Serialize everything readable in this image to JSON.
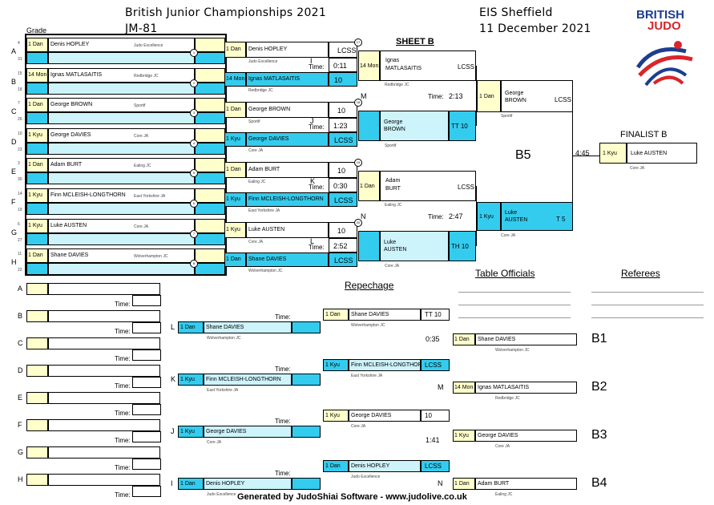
{
  "header": {
    "title": "British Junior Championships 2021",
    "category": "JM-81",
    "venue": "EIS Sheffield",
    "date": "11 December 2021",
    "sheet": "SHEET B",
    "grade_col": "Grade",
    "logo_line1": "BRITISH",
    "logo_line2": "JUDO"
  },
  "pool": [
    {
      "pos": "A",
      "n1": "4",
      "n2": "31",
      "grade": "1 Dan",
      "name": "Denis HOPLEY",
      "club": "Judo Excellence",
      "idx": "1"
    },
    {
      "pos": "B",
      "n1": "15",
      "n2": "18",
      "grade": "14 Mon",
      "name": "Ignas MATLASAITIS",
      "club": "Redbridge JC",
      "idx": "2"
    },
    {
      "pos": "C",
      "n1": "7",
      "n2": "26",
      "grade": "1 Dan",
      "name": "George BROWN",
      "club": "Sportif",
      "idx": "3"
    },
    {
      "pos": "D",
      "n1": "10",
      "n2": "23",
      "grade": "1 Kyu",
      "name": "George DAVIES",
      "club": "Core JA",
      "idx": "4"
    },
    {
      "pos": "E",
      "n1": "3",
      "n2": "30",
      "grade": "1 Dan",
      "name": "Adam BURT",
      "club": "Ealing JC",
      "idx": "5"
    },
    {
      "pos": "F",
      "n1": "14",
      "n2": "19",
      "grade": "1 Kyu",
      "name": "Finn MCLEISH-LONGTHORN",
      "club": "East Yorkshire JA",
      "idx": "6"
    },
    {
      "pos": "G",
      "n1": "6",
      "n2": "27",
      "grade": "1 Kyu",
      "name": "Luke AUSTEN",
      "club": "Core JA",
      "idx": "7"
    },
    {
      "pos": "H",
      "n1": "11",
      "n2": "22",
      "grade": "1 Dan",
      "name": "Shane DAVIES",
      "club": "Wolverhampton JC",
      "idx": "8"
    }
  ],
  "round1": [
    {
      "letter": "I",
      "time": "0:11",
      "w_grade": "1 Dan",
      "w_name": "Denis HOPLEY",
      "w_club": "Judo Excellence",
      "w_score": "LCSS",
      "l_grade": "14 Mon",
      "l_name": "Ignas MATLASAITIS",
      "l_club": "Redbridge JC",
      "l_score": "10",
      "num": "17"
    },
    {
      "letter": "J",
      "time": "1:23",
      "w_grade": "1 Dan",
      "w_name": "George BROWN",
      "w_club": "Sportif",
      "w_score": "10",
      "l_grade": "1 Kyu",
      "l_name": "George DAVIES",
      "l_club": "Core JA",
      "l_score": "LCSS",
      "num": "18"
    },
    {
      "letter": "K",
      "time": "0:30",
      "w_grade": "1 Dan",
      "w_name": "Adam BURT",
      "w_club": "Ealing JC",
      "w_score": "10",
      "l_grade": "1 Kyu",
      "l_name": "Finn MCLEISH-LONGTHORN",
      "l_club": "East Yorkshire JA",
      "l_score": "LCSS",
      "num": "19"
    },
    {
      "letter": "L",
      "time": "2:52",
      "w_grade": "1 Kyu",
      "w_name": "Luke AUSTEN",
      "w_club": "Core JA",
      "w_score": "10",
      "l_grade": "1 Dan",
      "l_name": "Shane DAVIES",
      "l_club": "Wolverhampton JC",
      "l_score": "LCSS",
      "num": "20"
    }
  ],
  "round2": [
    {
      "letter": "M",
      "time": "2:13",
      "top_grade": "14 Mon",
      "top_name1": "Ignas",
      "top_name2": "MATLASAITIS",
      "top_club": "Redbridge JC",
      "top_score": "LCSS",
      "bot_grade": "1 Dan",
      "bot_name1": "George",
      "bot_name2": "BROWN",
      "bot_club": "Sportif",
      "bot_score": "TT 10"
    },
    {
      "letter": "N",
      "time": "2:47",
      "top_grade": "1 Dan",
      "top_name1": "Adam",
      "top_name2": "BURT",
      "top_club": "Ealing JC",
      "top_score": "LCSS",
      "bot_grade": "1 Kyu",
      "bot_name1": "Luke",
      "bot_name2": "AUSTEN",
      "bot_club": "Core JA",
      "bot_score": "TH 10"
    }
  ],
  "semi": {
    "label": "B5",
    "time": "4:45",
    "top_grade": "1 Dan",
    "top_name1": "George",
    "top_name2": "BROWN",
    "top_club": "Sportif",
    "top_score": "LCSS",
    "bot_grade": "1 Kyu",
    "bot_name1": "Luke",
    "bot_name2": "AUSTEN",
    "bot_club": "Core JA",
    "bot_score": "T 5"
  },
  "finalist": {
    "title": "FINALIST B",
    "grade": "1 Kyu",
    "name": "Luke AUSTEN",
    "club": "Core JA"
  },
  "repechage": {
    "title": "Repechage",
    "time_label": "Time:",
    "rows": [
      "A",
      "B",
      "C",
      "D",
      "E",
      "F",
      "G",
      "H"
    ],
    "r2": [
      {
        "letter": "L",
        "grade": "1 Dan",
        "name": "Shane DAVIES",
        "club": "Wolverhampton JC"
      },
      {
        "letter": "K",
        "grade": "1 Kyu",
        "name": "Finn MCLEISH-LONGTHORN",
        "club": "East Yorkshire JA"
      },
      {
        "letter": "J",
        "grade": "1 Kyu",
        "name": "George DAVIES",
        "club": "Core JA"
      },
      {
        "letter": "I",
        "grade": "1 Dan",
        "name": "Denis HOPLEY",
        "club": "Judo Excellence"
      }
    ],
    "r3": [
      {
        "grade": "1 Dan",
        "name": "Shane DAVIES",
        "club": "Wolverhampton JC",
        "score": "TT 10"
      },
      {
        "grade": "1 Kyu",
        "name": "Finn MCLEISH-LONGTHORN",
        "club": "East Yorkshire JA",
        "score": "LCSS",
        "time": "0:35"
      },
      {
        "grade": "1 Kyu",
        "name": "George DAVIES",
        "club": "Core JA",
        "score": "10"
      },
      {
        "grade": "1 Dan",
        "name": "Denis HOPLEY",
        "club": "Judo Excellence",
        "score": "LCSS",
        "time": "1:41"
      }
    ],
    "results": [
      {
        "label": "B1",
        "grade": "1 Dan",
        "name": "Shane DAVIES",
        "club": "Wolverhampton JC"
      },
      {
        "label": "B2",
        "letter": "M",
        "grade": "14 Mon",
        "name": "Ignas MATLASAITIS",
        "club": "Redbridge JC"
      },
      {
        "label": "B3",
        "grade": "1 Kyu",
        "name": "George DAVIES",
        "club": "Core JA"
      },
      {
        "label": "B4",
        "letter": "N",
        "grade": "1 Dan",
        "name": "Adam BURT",
        "club": "Ealing JC"
      }
    ]
  },
  "officials": {
    "table": "Table Officials",
    "referees": "Referees"
  },
  "footer": "Generated by JudoShiai Software - www.judolive.co.uk",
  "colors": {
    "winner": "#ffffcc",
    "loser": "#33ccee",
    "light": "#cdf3fb",
    "brand_blue": "#1d3d8f",
    "brand_red": "#d9252b"
  }
}
